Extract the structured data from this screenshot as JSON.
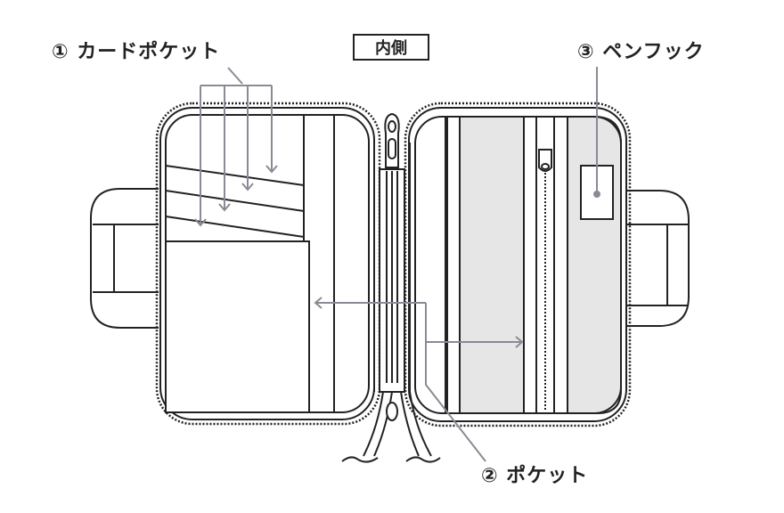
{
  "labels": {
    "card_pocket": "① カードポケット",
    "inside": "内側",
    "pen_hook": "③ ペンフック",
    "pocket": "② ポケット"
  },
  "colors": {
    "line": "#222222",
    "callout": "#8a8a96",
    "fill": "#e6e6e6"
  }
}
